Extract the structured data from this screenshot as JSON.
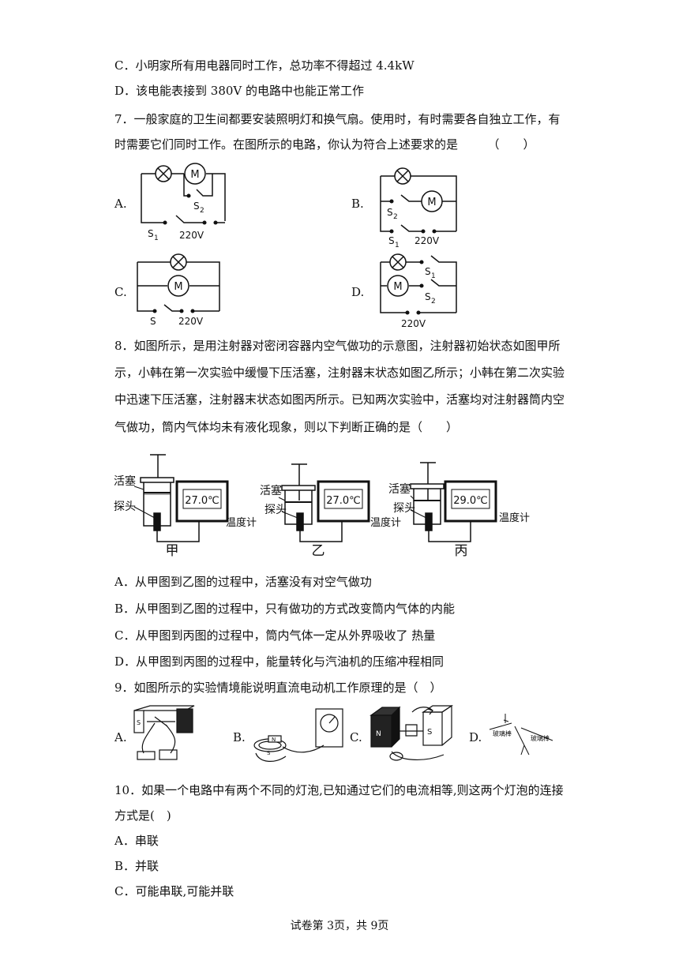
{
  "lines": {
    "c6": "C．小明家所有用电器同时工作，总功率不得超过 4.4kW",
    "d6": "D．该电能表接到 380V 的电路中也能正常工作",
    "q7a": "7．一般家庭的卫生间都要安装照明灯和换气扇。使用时，有时需要各自独立工作，有",
    "q7b": "时需要它们同时工作。在图所示的电路，你认为符合上述要求的是　　　（　　）",
    "q8a": "8．如图所示，是用注射器对密闭容器内空气做功的示意图，注射器初始状态如图甲所",
    "q8b": "示，小韩在第一次实验中缓慢下压活塞，注射器末状态如图乙所示；小韩在第二次实验",
    "q8c": "中迅速下压活塞，注射器末状态如图丙所示。已知两次实验中，活塞均对注射器筒内空",
    "q8d": "气做功，筒内气体均未有液化现象，则以下判断正确的是（　　）",
    "a8": "A．从甲图到乙图的过程中，活塞没有对空气做功",
    "b8": "B．从甲图到乙图的过程中，只有做功的方式改变筒内气体的内能",
    "c8": "C．从甲图到丙图的过程中，筒内气体一定从外界吸收了  热量",
    "d8": "D．从甲图到丙图的过程中，能量转化与汽油机的压缩冲程相同",
    "q9": "9．如图所示的实验情境能说明直流电动机工作原理的是（　）",
    "q10a": "10．如果一个电路中有两个不同的灯泡,已知通过它们的电流相等,则这两个灯泡的连接",
    "q10b": "方式是(　)",
    "a10": "A．串联",
    "b10": "B．并联",
    "c10": "C．可能串联,可能并联"
  },
  "q7": {
    "options": [
      "A.",
      "B.",
      "C.",
      "D."
    ],
    "s1": "S",
    "sub1": "1",
    "s2": "S",
    "sub2": "2",
    "s": "S",
    "voltage": "220V",
    "motor": "M"
  },
  "q8": {
    "piston": "活塞",
    "probe": "探头",
    "thermometer": "温度计",
    "readings": [
      "27.0℃",
      "27.0℃",
      "29.0℃"
    ],
    "captions": [
      "甲",
      "乙",
      "丙"
    ]
  },
  "q9": {
    "options": [
      "A.",
      "B.",
      "C.",
      "D."
    ],
    "magnet_n": "N",
    "magnet_s": "S",
    "glass_rod": "玻璃棒"
  },
  "footer": "试卷第 3页，共 9页"
}
